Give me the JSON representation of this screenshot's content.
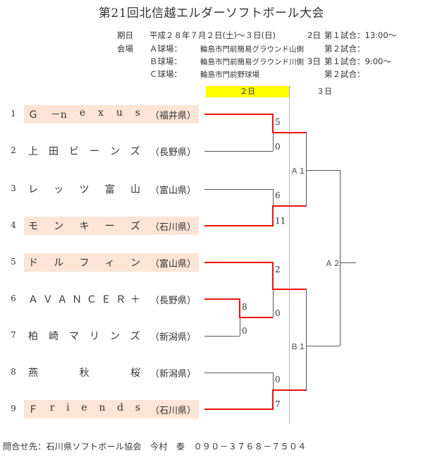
{
  "title": "第21回北信越エルダーソフトボール大会",
  "info": {
    "date_label": "期日",
    "date_value": "平成２８年７月２日(土)～３日(日)",
    "venue_label": "会場",
    "venues": [
      {
        "name": "Ａ球場：",
        "place": "輪島市門前簡易グラウンド山側"
      },
      {
        "name": "Ｂ球場：",
        "place": "輪島市門前簡易グラウンド川側"
      },
      {
        "name": "Ｃ球場：",
        "place": "輪島市門前野球場"
      }
    ],
    "schedule": [
      {
        "day": "2日",
        "game": "第１試合：13:00～"
      },
      {
        "day": "",
        "game": "第２試合："
      },
      {
        "day": "3日",
        "game": "第１試合：9:00～"
      },
      {
        "day": "",
        "game": "第２試合："
      }
    ]
  },
  "day_headers": {
    "day2": "２日",
    "day3": "３日"
  },
  "teams": [
    {
      "seed": "1",
      "name_chars": [
        "Ｇ",
        "－n",
        "e",
        "x",
        "u",
        "s"
      ],
      "pref": "（福井県）",
      "highlight": true
    },
    {
      "seed": "2",
      "name_chars": [
        "上",
        "田",
        "ビ",
        "ー",
        "ン",
        "ズ"
      ],
      "pref": "（長野県）",
      "highlight": false
    },
    {
      "seed": "3",
      "name_chars": [
        "レ",
        "ッ",
        "ツ",
        "富",
        "山"
      ],
      "pref": "（富山県）",
      "highlight": false
    },
    {
      "seed": "4",
      "name_chars": [
        "モ",
        "ン",
        "キ",
        "ー",
        "ズ"
      ],
      "pref": "（石川県）",
      "highlight": true
    },
    {
      "seed": "5",
      "name_chars": [
        "ド",
        "ル",
        "フ",
        "ィ",
        "ン"
      ],
      "pref": "（富山県）",
      "highlight": true
    },
    {
      "seed": "6",
      "name_chars": [
        "Ａ",
        "Ｖ",
        "Ａ",
        "Ｎ",
        "Ｃ",
        "Ｅ",
        "Ｒ",
        "＋"
      ],
      "pref": "（長野県）",
      "highlight": false
    },
    {
      "seed": "7",
      "name_chars": [
        "柏",
        "崎",
        "マ",
        "リ",
        "ン",
        "ズ"
      ],
      "pref": "（新潟県）",
      "highlight": false
    },
    {
      "seed": "8",
      "name_chars": [
        "燕",
        "秋",
        "桜"
      ],
      "pref": "（新潟県）",
      "highlight": false
    },
    {
      "seed": "9",
      "name_chars": [
        "Ｆ",
        "r",
        "i",
        "e",
        "n",
        "d",
        "s"
      ],
      "pref": "（石川県）",
      "highlight": true
    }
  ],
  "scores": {
    "m1_team1": "5",
    "m1_team2": "0",
    "m2_team3": "6",
    "m2_team4": "11",
    "m3_team6": "8",
    "m3_team7": "0",
    "m4_team5": "2",
    "m4_winner67": "0",
    "m5_team8": "0",
    "m5_team9": "7"
  },
  "nodes": {
    "a1": "Ａ１",
    "b1": "Ｂ１",
    "a2": "Ａ２"
  },
  "footer": "問合せ先：石川県ソフトボール協会　今村　泰　０９０－３７６８－７５０４",
  "colors": {
    "winner_line": "#ee1111",
    "loser_line": "#555555",
    "highlight_bg": "#fce4d6",
    "day2_bg": "#ffff00"
  }
}
